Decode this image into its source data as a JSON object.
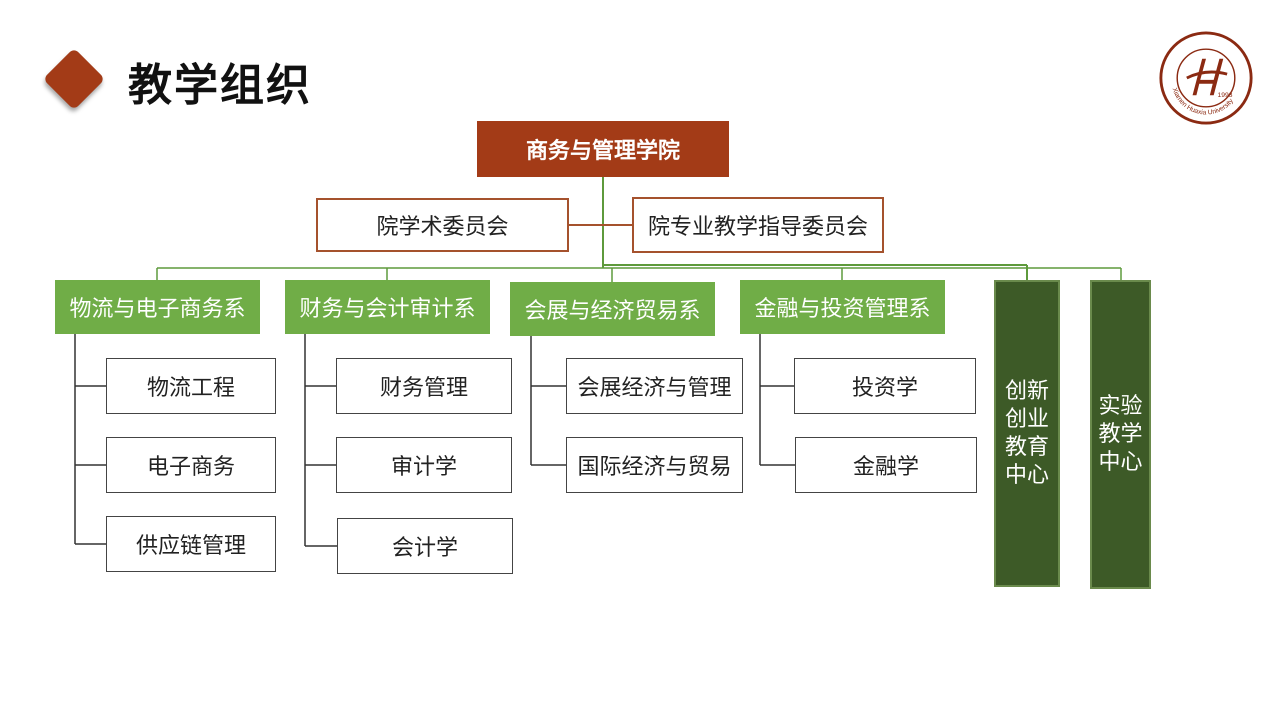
{
  "header": {
    "title": "教学组织",
    "logo_text": "Xiamen Huaxia University",
    "logo_year": "1993"
  },
  "org": {
    "root": "商务与管理学院",
    "committees": [
      "院学术委员会",
      "院专业教学指导委员会"
    ],
    "departments": [
      {
        "name": "物流与电子商务系",
        "majors": [
          "物流工程",
          "电子商务",
          "供应链管理"
        ]
      },
      {
        "name": "财务与会计审计系",
        "majors": [
          "财务管理",
          "审计学",
          "会计学"
        ]
      },
      {
        "name": "会展与经济贸易系",
        "majors": [
          "会展经济与管理",
          "国际经济与贸易"
        ]
      },
      {
        "name": "金融与投资管理系",
        "majors": [
          "投资学",
          "金融学"
        ]
      }
    ],
    "centers": [
      "创新创业教育中心",
      "实验教学中心"
    ]
  },
  "colors": {
    "brand": "#a33b17",
    "department": "#70ad47",
    "center": "#3d5a27",
    "connector_green": "#5e9a3c"
  }
}
